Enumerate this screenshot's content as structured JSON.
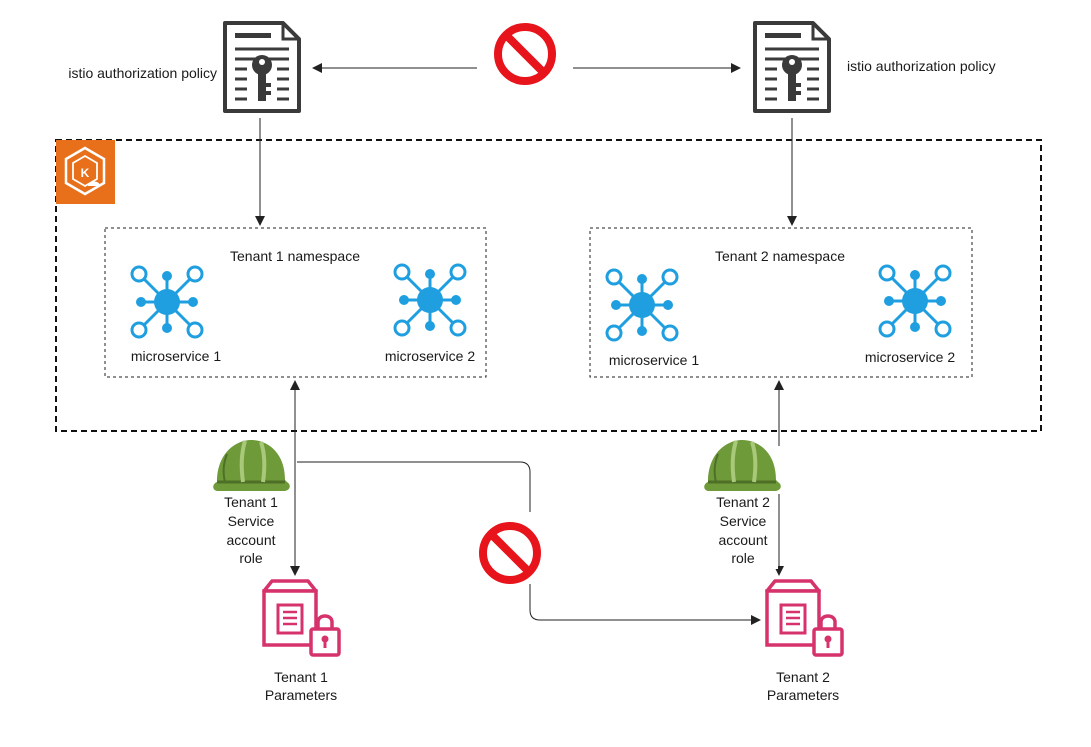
{
  "policy_left": {
    "label": "istio authorization policy",
    "icon": "policy-document-key-icon"
  },
  "policy_right": {
    "label": "istio authorization policy",
    "icon": "policy-document-key-icon"
  },
  "deny_top": {
    "icon": "prohibited-icon"
  },
  "deny_bottom": {
    "icon": "prohibited-icon"
  },
  "cluster": {
    "icon": "eks-cluster-icon"
  },
  "ns1": {
    "title": "Tenant 1 namespace",
    "svc1": "microservice 1",
    "svc2": "microservice 2"
  },
  "ns2": {
    "title": "Tenant 2 namespace",
    "svc1": "microservice 1",
    "svc2": "microservice 2"
  },
  "role1": {
    "lines": [
      "Tenant 1",
      "Service",
      "account",
      "role"
    ],
    "icon": "hard-hat-icon"
  },
  "role2": {
    "lines": [
      "Tenant 2",
      "Service",
      "account",
      "role"
    ],
    "icon": "hard-hat-icon"
  },
  "params1": {
    "lines": [
      "Tenant 1",
      "Parameters"
    ],
    "icon": "parameter-store-lock-icon"
  },
  "params2": {
    "lines": [
      "Tenant 2",
      "Parameters"
    ],
    "icon": "parameter-store-lock-icon"
  },
  "colors": {
    "microservice": "#1f9fe0",
    "prohibit": "#e8141c",
    "helmet": "#6f9a3a",
    "params": "#d6336c",
    "eks": "#e8701a",
    "line": "#222222"
  }
}
